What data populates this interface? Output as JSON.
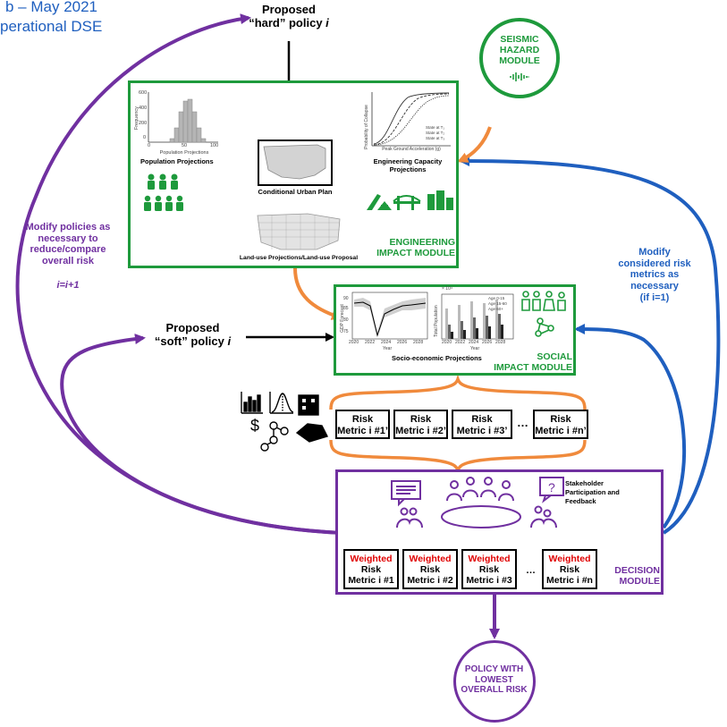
{
  "header": {
    "line1": "b – May 2021",
    "line2": "perational DSE"
  },
  "hard_policy": {
    "line1": "Proposed",
    "line2": "“hard” policy ",
    "var": "i"
  },
  "soft_policy": {
    "line1": "Proposed",
    "line2": "“soft” policy ",
    "var": "i"
  },
  "seismic_module": {
    "line1": "SEISMIC",
    "line2": "HAZARD",
    "line3": "MODULE"
  },
  "engineering_module": {
    "label_line1": "ENGINEERING",
    "label_line2": "IMPACT MODULE",
    "population_caption": "Population Projections",
    "population_chart_caption": "Population Projections",
    "population_axis_ylabel": "Frequency",
    "population_ticks_y": [
      "600",
      "400",
      "200",
      "0"
    ],
    "population_ticks_x": [
      "0",
      "50",
      "100"
    ],
    "urban_plan_caption": "Conditional Urban Plan",
    "capacity_caption_line1": "Engineering Capacity",
    "capacity_caption_line2": "Projections",
    "capacity_ylabel": "Probability of Collapse",
    "capacity_xlabel": "Peak Ground Acceleration (g)",
    "capacity_legend": [
      "State at T₁",
      "State at T₂",
      "State at T₃"
    ],
    "landuse_caption": "Land-use Projections/Land-use Proposal"
  },
  "social_module": {
    "label_line1": "SOCIAL",
    "label_line2": "IMPACT MODULE",
    "projection_caption": "Socio-economic Projections",
    "gdp_ylabel": "GDP Forecast",
    "gdp_ticks_y": [
      "90",
      "85",
      "80",
      "75"
    ],
    "gdp_ticks_x": [
      "2020",
      "2022",
      "2024",
      "2026",
      "2028"
    ],
    "gdp_xlabel": "Year",
    "pop_ylabel": "Total Population",
    "pop_exponent": "× 10⁴",
    "pop_ticks_x": [
      "2020",
      "2022",
      "2024",
      "2026",
      "2028"
    ],
    "pop_xlabel": "Year",
    "pop_legend": [
      "Age 0-15",
      "Age 15-60",
      "Age 60+"
    ]
  },
  "left_feedback": {
    "line1": "Modify policies as",
    "line2": "necessary to",
    "line3": "reduce/compare",
    "line4": "overall risk",
    "iteration": "i=i+1"
  },
  "right_feedback": {
    "line1": "Modify",
    "line2": "considered risk",
    "line3": "metrics as",
    "line4": "necessary",
    "line5": "(if i=1)"
  },
  "risk_metrics": [
    {
      "line1": "Risk",
      "line2": "Metric i #1’"
    },
    {
      "line1": "Risk",
      "line2": "Metric i #2’"
    },
    {
      "line1": "Risk",
      "line2": "Metric i #3’"
    },
    {
      "line1": "Risk",
      "line2": "Metric i #n’"
    }
  ],
  "ellipsis": "…",
  "decision_module": {
    "label_line1": "DECISION",
    "label_line2": "MODULE",
    "stakeholder_line1": "Stakeholder",
    "stakeholder_line2": "Participation and",
    "stakeholder_line3": "Feedback",
    "weighted_metrics": [
      {
        "weighted": "Weighted",
        "line1": "Risk",
        "line2": "Metric i #1"
      },
      {
        "weighted": "Weighted",
        "line1": "Risk",
        "line2": "Metric i #2"
      },
      {
        "weighted": "Weighted",
        "line1": "Risk",
        "line2": "Metric i #3"
      },
      {
        "weighted": "Weighted",
        "line1": "Risk",
        "line2": "Metric i #n"
      }
    ]
  },
  "outcome": {
    "line1": "POLICY WITH",
    "line2": "LOWEST",
    "line3": "OVERALL RISK"
  },
  "colors": {
    "purple": "#7030a0",
    "green": "#1e9a3c",
    "orange": "#f08a3c",
    "blue": "#1f5fbf",
    "red": "#e00000"
  }
}
